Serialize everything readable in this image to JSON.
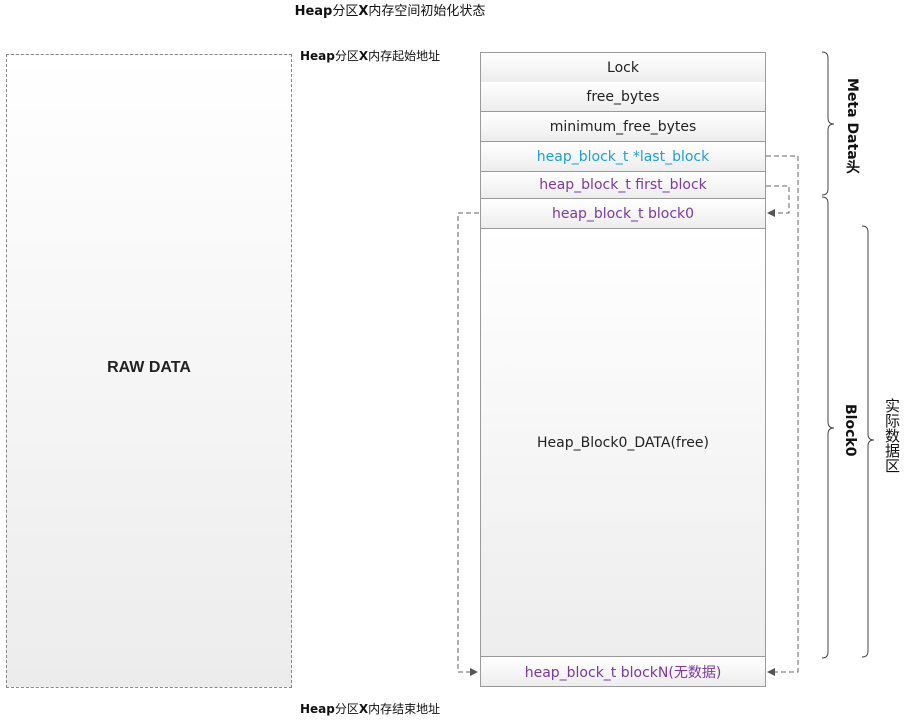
{
  "title": {
    "prefix": "Heap",
    "mid1": "分区",
    "x": "X",
    "suffix": "内存空间初始化状态"
  },
  "start_address": {
    "prefix": "Heap",
    "mid1": "分区",
    "x": "X",
    "suffix": "内存起始地址"
  },
  "end_address": {
    "prefix": "Heap",
    "mid1": "分区",
    "x": "X",
    "suffix": "内存结束地址"
  },
  "raw_data": "RAW DATA",
  "cells": {
    "lock": "Lock",
    "free_bytes": "free_bytes",
    "minimum_free_bytes": "minimum_free_bytes",
    "last_block": "heap_block_t *last_block",
    "first_block": "heap_block_t  first_block",
    "block0": "heap_block_t  block0",
    "block0_data": "Heap_Block0_DATA(free)",
    "blockN": "heap_block_t  blockN(无数据)"
  },
  "labels": {
    "meta": "Meta Data头",
    "block0": "Block0",
    "real_data": "实际数据区"
  },
  "colors": {
    "last_block": "#1aa3d1",
    "block_ptr": "#7a3aa0"
  }
}
